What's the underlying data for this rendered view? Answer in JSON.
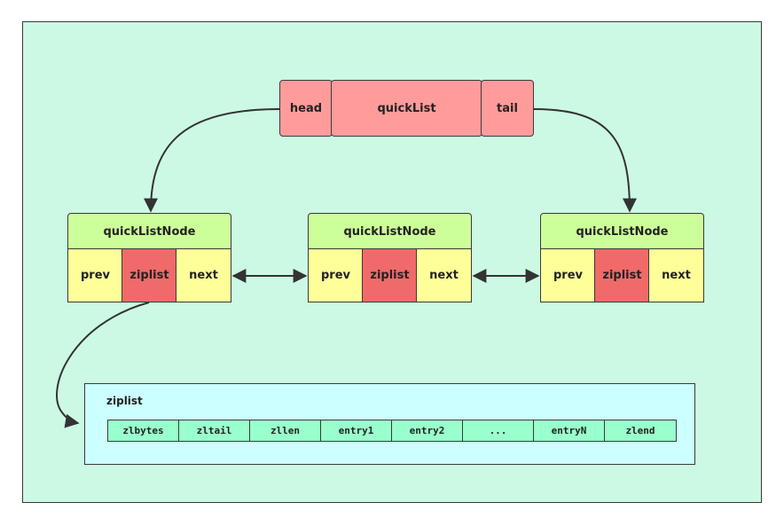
{
  "quicklist": {
    "head_label": "head",
    "name_label": "quickList",
    "tail_label": "tail"
  },
  "nodes": [
    {
      "title": "quickListNode",
      "prev": "prev",
      "ziplist": "ziplist",
      "next": "next"
    },
    {
      "title": "quickListNode",
      "prev": "prev",
      "ziplist": "ziplist",
      "next": "next"
    },
    {
      "title": "quickListNode",
      "prev": "prev",
      "ziplist": "ziplist",
      "next": "next"
    }
  ],
  "ziplist": {
    "title": "ziplist",
    "fields": [
      "zlbytes",
      "zltail",
      "zllen",
      "entry1",
      "entry2",
      "...",
      "entryN",
      "zlend"
    ]
  },
  "colors": {
    "background": "#ccf9e4",
    "quicklist_fill": "#ff9b9b",
    "node_title_fill": "#ccff99",
    "node_cell_fill": "#ffff99",
    "node_ziplist_fill": "#f06a6a",
    "ziplist_panel_fill": "#ccffff",
    "ziplist_field_fill": "#99ffcc",
    "stroke": "#3a3a3a"
  }
}
